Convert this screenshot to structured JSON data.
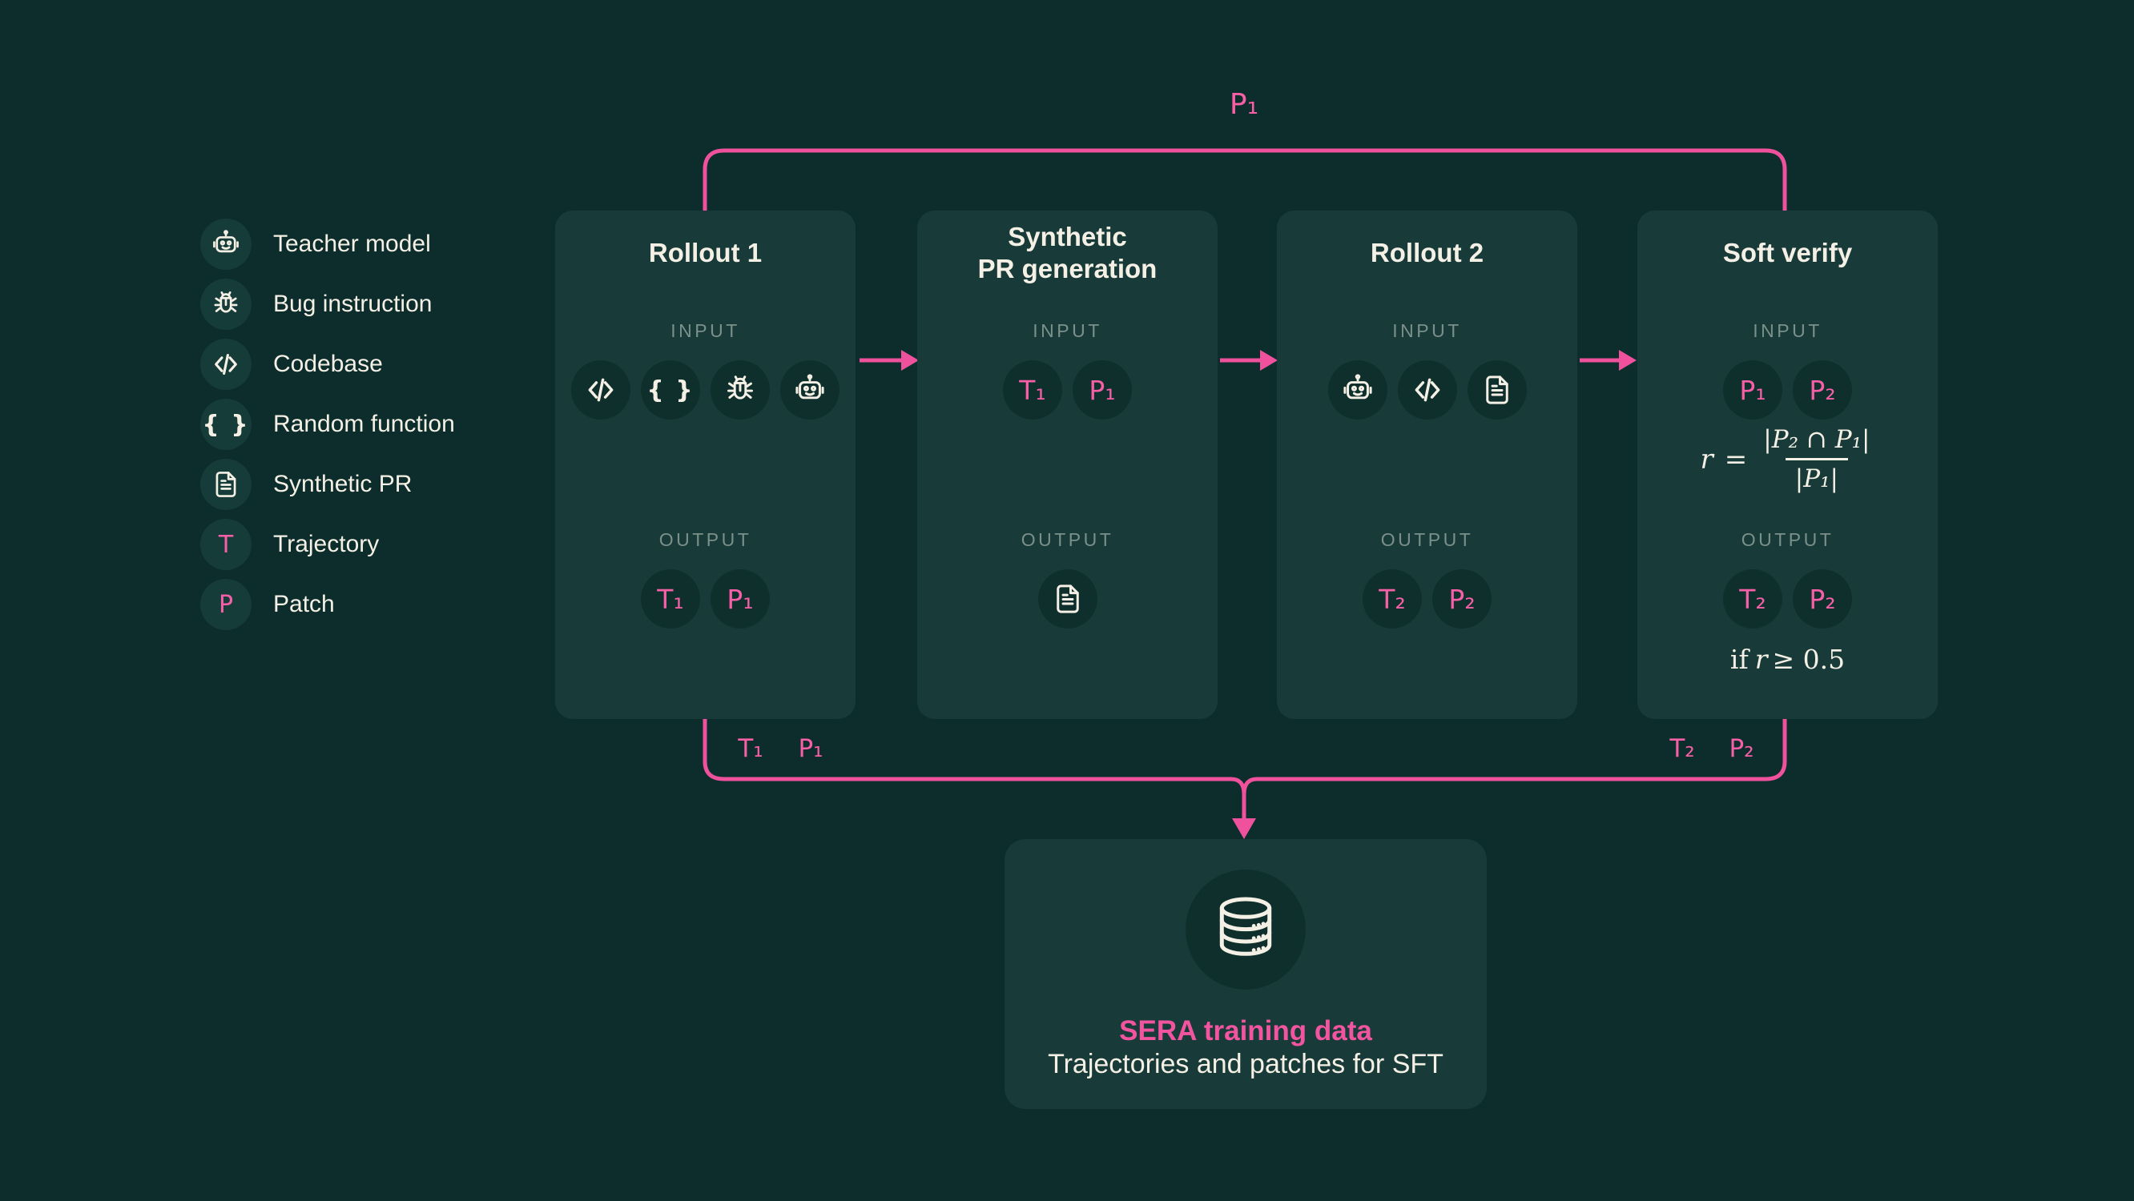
{
  "colors": {
    "background": "#0c2d2b",
    "card": "#183b39",
    "chip": "#0f2f2d",
    "legend_chip": "#163c39",
    "pink": "#f0519c",
    "pink_text": "#f75fa6",
    "cream": "#f4f0e5",
    "muted_label": "#7b908a"
  },
  "labels": {
    "input": "INPUT",
    "output": "OUTPUT"
  },
  "glyphs": {
    "braces": "{ }"
  },
  "legend": {
    "items": [
      {
        "icon": "robot-icon",
        "label": "Teacher model"
      },
      {
        "icon": "bug-icon",
        "label": "Bug instruction"
      },
      {
        "icon": "code-icon",
        "label": "Codebase"
      },
      {
        "icon": "braces-icon",
        "label": "Random function"
      },
      {
        "icon": "file-icon",
        "label": "Synthetic PR"
      },
      {
        "icon": "trajectory-icon",
        "label": "Trajectory",
        "glyph": "T"
      },
      {
        "icon": "patch-icon",
        "label": "Patch",
        "glyph": "P"
      }
    ]
  },
  "top_connector": {
    "label": "P₁"
  },
  "cards": [
    {
      "title": "Rollout 1",
      "input_icons": [
        "code-icon",
        "braces-icon",
        "bug-icon",
        "robot-icon"
      ],
      "outputs": [
        "T₁",
        "P₁"
      ]
    },
    {
      "title": "Synthetic\nPR generation",
      "inputs": [
        "T₁",
        "P₁"
      ],
      "output_icons": [
        "file-icon"
      ]
    },
    {
      "title": "Rollout 2",
      "input_icons": [
        "robot-icon",
        "code-icon",
        "file-icon"
      ],
      "outputs": [
        "T₂",
        "P₂"
      ]
    },
    {
      "title": "Soft verify",
      "inputs": [
        "P₁",
        "P₂"
      ],
      "outputs": [
        "T₂",
        "P₂"
      ],
      "formula": {
        "lhs": "r",
        "eq": "=",
        "numerator": "|P₂ ∩ P₁|",
        "denominator": "|P₁|"
      },
      "condition": {
        "prefix": "if",
        "variable": "r",
        "comparison": "≥ 0.5"
      }
    }
  ],
  "bottom_connector": {
    "labels_left": [
      "T₁",
      "P₁"
    ],
    "labels_right": [
      "T₂",
      "P₂"
    ]
  },
  "result_box": {
    "icon": "database-icon",
    "title": "SERA training data",
    "subtitle": "Trajectories and patches for SFT"
  }
}
